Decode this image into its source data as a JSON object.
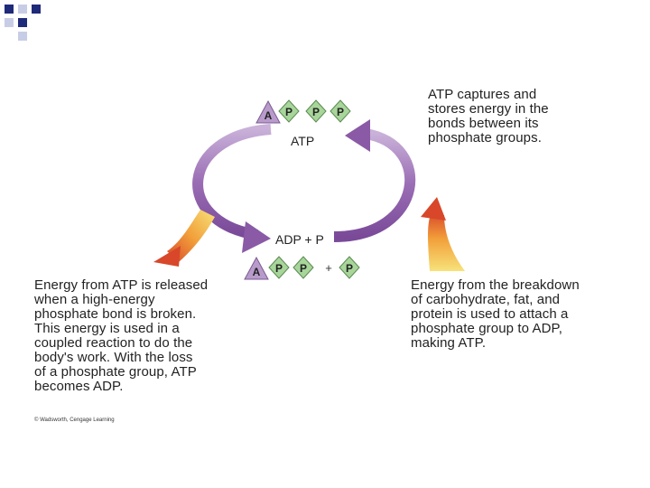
{
  "atp": {
    "letters": [
      "A",
      "P",
      "P",
      "P"
    ],
    "label": "ATP"
  },
  "adp": {
    "label": "ADP + P",
    "letters": [
      "A",
      "P",
      "P"
    ],
    "plus": "+",
    "free_phosphate": "P"
  },
  "captions": {
    "top_right": "ATP captures and\nstores energy in the\nbonds between its\nphosphate groups.",
    "left": "Energy from ATP is released\nwhen a high-energy\nphosphate bond is broken.\nThis energy is used in a\ncoupled reaction to do the\nbody's work. With the loss\nof a phosphate group, ATP\nbecomes ADP.",
    "right": "Energy from the breakdown\nof carbohydrate, fat, and\nprotein is used to attach a\nphosphate group to ADP,\nmaking ATP."
  },
  "copyright": "© Wadsworth, Cengage Learning",
  "colors": {
    "cycle_arrow": "#9b6bb3",
    "energy_arrow": "#e8893a",
    "adenosine_triangle": "#b89bcb",
    "phosphate_diamond": "#a7d59a",
    "corner_blue": "#1f2a7a"
  }
}
